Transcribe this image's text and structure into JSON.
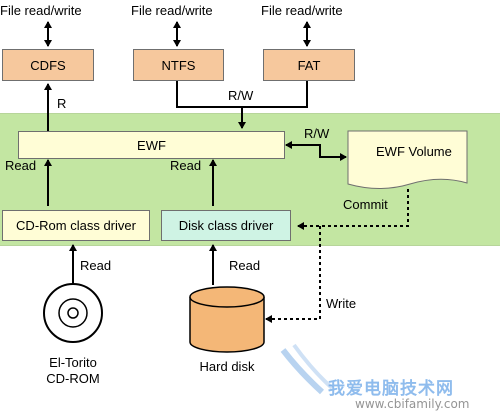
{
  "io_labels": {
    "top_left": "File read/write",
    "top_mid": "File read/write",
    "top_right": "File read/write"
  },
  "boxes": {
    "cdfs": "CDFS",
    "ntfs": "NTFS",
    "fat": "FAT",
    "ewf": "EWF",
    "ewf_volume": "EWF Volume",
    "cdrom_driver": "CD-Rom class driver",
    "disk_driver": "Disk class driver"
  },
  "edge_labels": {
    "r": "R",
    "rw_top": "R/W",
    "rw_vol": "R/W",
    "read_left": "Read",
    "read_mid": "Read",
    "commit": "Commit",
    "read_cdrom": "Read",
    "read_disk": "Read",
    "write": "Write"
  },
  "devices": {
    "cdrom_line1": "El-Torito",
    "cdrom_line2": "CD-ROM",
    "hard_disk": "Hard disk"
  },
  "colors": {
    "fs_box": "#f6c89d",
    "ewf_region": "#c3e6a2",
    "ewf_box": "#fffdd6",
    "disk_driver_box": "#cff3e4",
    "disk_body": "#f4b777"
  },
  "watermark": {
    "cn": "我爱电脑技术网",
    "url": "www.cbifamily.com"
  }
}
